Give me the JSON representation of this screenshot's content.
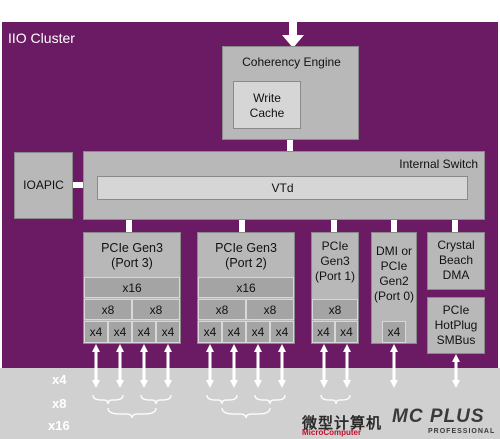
{
  "cluster": {
    "title": "IIO Cluster"
  },
  "coherency": {
    "title": "Coherency Engine",
    "write_cache": "Write\nCache"
  },
  "ioapic": "IOAPIC",
  "switch": {
    "title": "Internal Switch",
    "vtd": "VTd"
  },
  "port3": {
    "title": "PCIe Gen3\n(Port 3)",
    "x16": "x16",
    "x8": [
      "x8",
      "x8"
    ],
    "x4": [
      "x4",
      "x4",
      "x4",
      "x4"
    ]
  },
  "port2": {
    "title": "PCIe Gen3\n(Port 2)",
    "x16": "x16",
    "x8": [
      "x8",
      "x8"
    ],
    "x4": [
      "x4",
      "x4",
      "x4",
      "x4"
    ]
  },
  "port1": {
    "title": "PCIe\nGen3\n(Port 1)",
    "x8": "x8",
    "x4": [
      "x4",
      "x4"
    ]
  },
  "port0": {
    "title": "DMI or\nPCIe\nGen2\n(Port 0)",
    "x4": "x4"
  },
  "crystal": "Crystal\nBeach\nDMA",
  "hotplug": "PCIe\nHotPlug\nSMBus",
  "lanes": [
    "x4",
    "x8",
    "x16"
  ],
  "watermark": {
    "chinese": "微型计算机",
    "english": "MicroComputer",
    "logo": "MC PLUS",
    "sub": "PROFESSIONAL"
  }
}
